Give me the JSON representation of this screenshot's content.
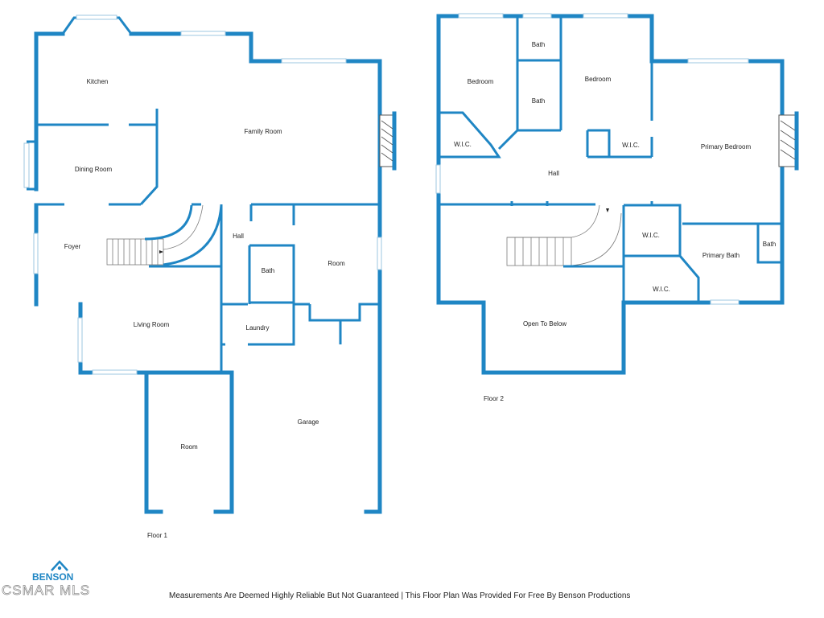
{
  "floor1": {
    "label": "Floor 1",
    "rooms": {
      "kitchen": "Kitchen",
      "family_room": "Family Room",
      "dining_room": "Dining Room",
      "foyer": "Foyer",
      "hall": "Hall",
      "room_east": "Room",
      "bath": "Bath",
      "living_room": "Living Room",
      "laundry": "Laundry",
      "garage": "Garage",
      "room_south": "Room"
    }
  },
  "floor2": {
    "label": "Floor 2",
    "rooms": {
      "bedroom_west": "Bedroom",
      "bath_top": "Bath",
      "bath_mid": "Bath",
      "bedroom_center": "Bedroom",
      "wic_west": "W.I.C.",
      "wic_center": "W.I.C.",
      "hall": "Hall",
      "primary_bedroom": "Primary Bedroom",
      "wic_primary_upper": "W.I.C.",
      "primary_bath": "Primary Bath",
      "bath_primary": "Bath",
      "wic_primary_lower": "W.I.C.",
      "open_to_below": "Open To Below"
    }
  },
  "footer": "Measurements Are Deemed Highly Reliable But Not Guaranteed | This Floor Plan Was Provided For Free By Benson Productions",
  "logo": {
    "brand": "BENSON",
    "mls": "CSMAR MLS"
  },
  "colors": {
    "wall": "#1f86c4"
  }
}
